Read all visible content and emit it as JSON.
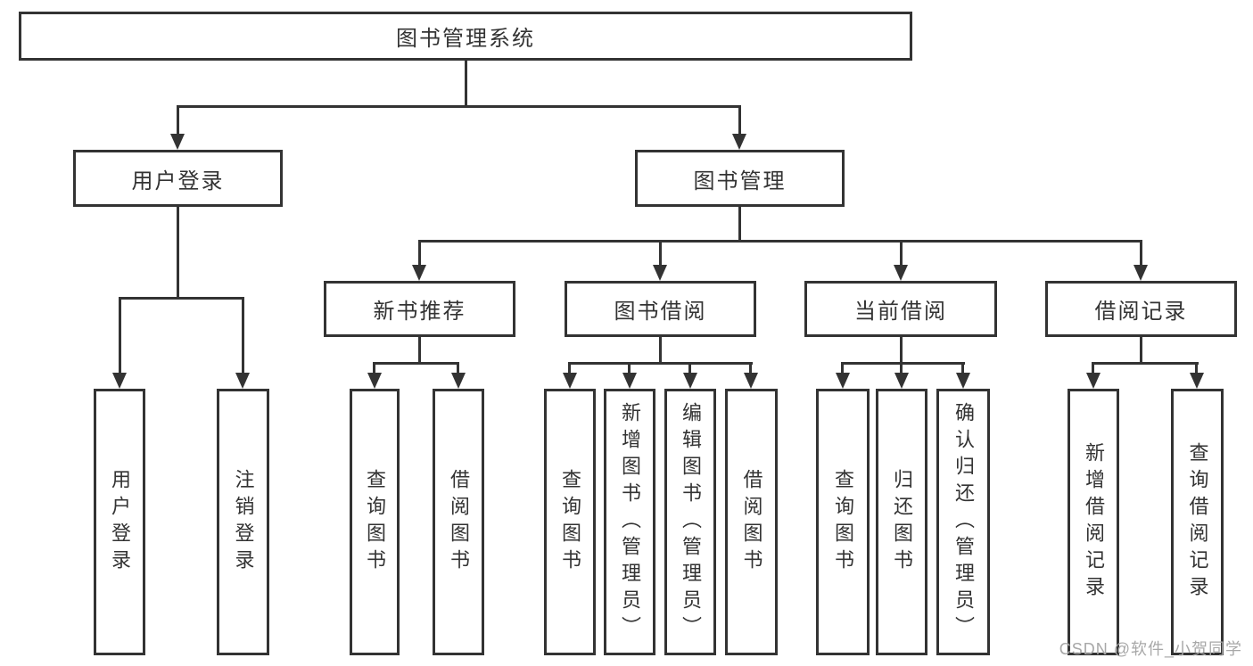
{
  "tree": {
    "root": "图书管理系统",
    "children": [
      {
        "label": "用户登录",
        "children": [
          "用户登录",
          "注销登录"
        ]
      },
      {
        "label": "图书管理",
        "children": [
          {
            "label": "新书推荐",
            "children": [
              "查询图书",
              "借阅图书"
            ]
          },
          {
            "label": "图书借阅",
            "children": [
              "查询图书",
              "新增图书（管理员）",
              "编辑图书（管理员）",
              "借阅图书"
            ]
          },
          {
            "label": "当前借阅",
            "children": [
              "查询图书",
              "归还图书",
              "确认归还（管理员）"
            ]
          },
          {
            "label": "借阅记录",
            "children": [
              "新增借阅记录",
              "查询借阅记录"
            ]
          }
        ]
      }
    ]
  },
  "watermark": {
    "text": "CSDN @软件_小贺同学"
  },
  "colors": {
    "line": "#333333",
    "text": "#333333",
    "background": "#ffffff",
    "watermark": "#a8a8a8"
  }
}
